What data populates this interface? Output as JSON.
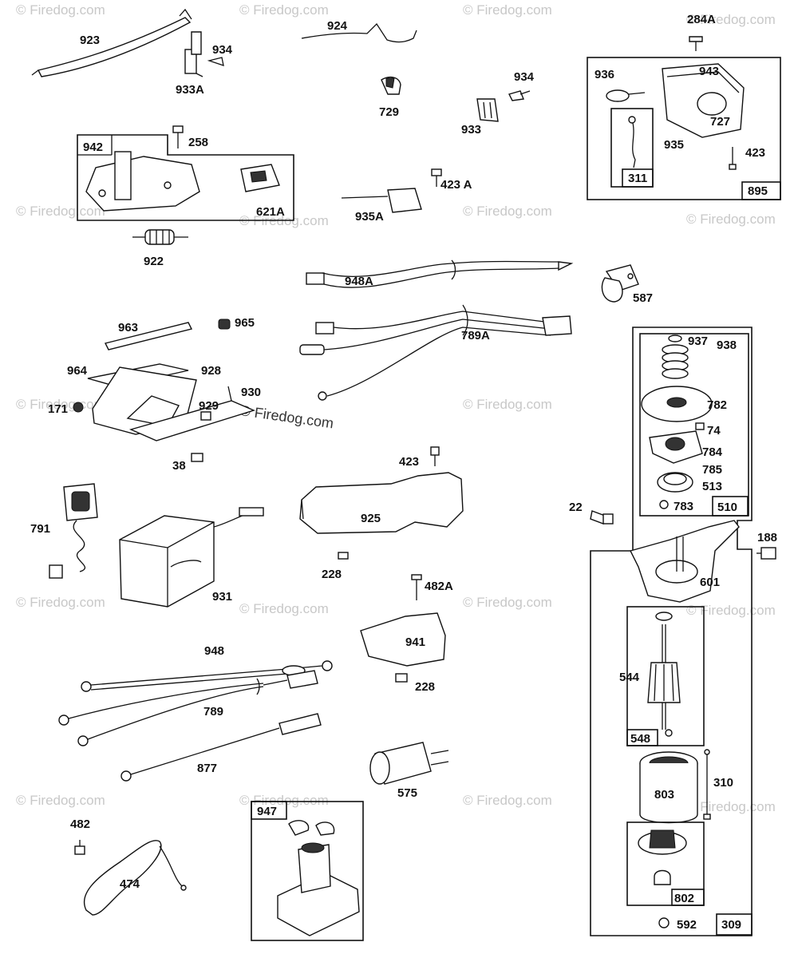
{
  "watermark": "© Firedog.com",
  "mid_watermark": "© Firedog.com",
  "parts": {
    "p923": "923",
    "p924": "924",
    "p934a": "934",
    "p933A": "933A",
    "p284A": "284A",
    "p943": "943",
    "p936": "936",
    "p727": "727",
    "p935": "935",
    "p311": "311",
    "p423a": "423",
    "p895": "895",
    "p729": "729",
    "p934b": "934",
    "p933": "933",
    "p942": "942",
    "p258": "258",
    "p621A": "621A",
    "p423A": "423 A",
    "p935A": "935A",
    "p922": "922",
    "p948A": "948A",
    "p587": "587",
    "p789A": "789A",
    "p963": "963",
    "p965": "965",
    "p964": "964",
    "p928": "928",
    "p930": "930",
    "p929": "929",
    "p171": "171",
    "p38": "38",
    "p938": "938",
    "p937": "937",
    "p782": "782",
    "p74": "74",
    "p784": "784",
    "p785": "785",
    "p513": "513",
    "p783": "783",
    "p510": "510",
    "p22": "22",
    "p188": "188",
    "p601": "601",
    "p423b": "423",
    "p925": "925",
    "p228a": "228",
    "p791": "791",
    "p931": "931",
    "p482A": "482A",
    "p941": "941",
    "p228b": "228",
    "p948": "948",
    "p789": "789",
    "p877": "877",
    "p575": "575",
    "p544": "544",
    "p548": "548",
    "p310": "310",
    "p803": "803",
    "p802": "802",
    "p592": "592",
    "p309": "309",
    "p947": "947",
    "p482": "482",
    "p474": "474"
  }
}
